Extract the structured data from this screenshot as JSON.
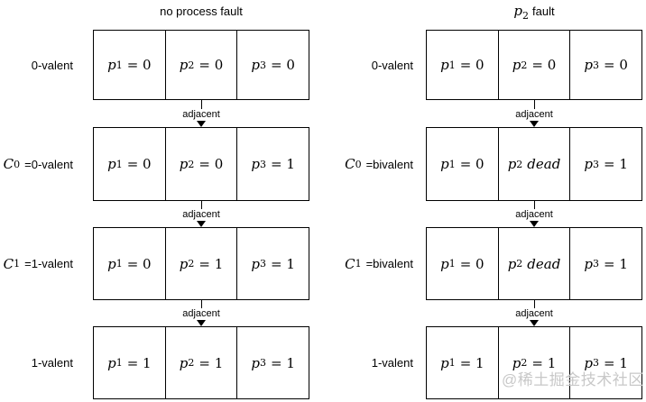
{
  "connector_label": "adjacent",
  "watermark": "@稀土掘金技术社区",
  "colors": {
    "line": "#000000",
    "background": "#ffffff",
    "watermark": "#c8c8c8"
  },
  "columns": [
    {
      "title": {
        "math": "",
        "sub": "",
        "text": "no process fault"
      },
      "rows": [
        {
          "label": {
            "math": "",
            "sub": "",
            "text": "0-valent"
          },
          "cells": [
            {
              "var": "p",
              "sub": "1",
              "eq": "= 0",
              "it": ""
            },
            {
              "var": "p",
              "sub": "2",
              "eq": "= 0",
              "it": ""
            },
            {
              "var": "p",
              "sub": "3",
              "eq": "= 0",
              "it": ""
            }
          ]
        },
        {
          "label": {
            "math": "C",
            "sub": "0",
            "text": "=0-valent"
          },
          "cells": [
            {
              "var": "p",
              "sub": "1",
              "eq": "= 0",
              "it": ""
            },
            {
              "var": "p",
              "sub": "2",
              "eq": "= 0",
              "it": ""
            },
            {
              "var": "p",
              "sub": "3",
              "eq": "= 1",
              "it": ""
            }
          ]
        },
        {
          "label": {
            "math": "C",
            "sub": "1",
            "text": "=1-valent"
          },
          "cells": [
            {
              "var": "p",
              "sub": "1",
              "eq": "= 0",
              "it": ""
            },
            {
              "var": "p",
              "sub": "2",
              "eq": "= 1",
              "it": ""
            },
            {
              "var": "p",
              "sub": "3",
              "eq": "= 1",
              "it": ""
            }
          ]
        },
        {
          "label": {
            "math": "",
            "sub": "",
            "text": "1-valent"
          },
          "cells": [
            {
              "var": "p",
              "sub": "1",
              "eq": "= 1",
              "it": ""
            },
            {
              "var": "p",
              "sub": "2",
              "eq": "= 1",
              "it": ""
            },
            {
              "var": "p",
              "sub": "3",
              "eq": "= 1",
              "it": ""
            }
          ]
        }
      ]
    },
    {
      "title": {
        "math": "p",
        "sub": "2",
        "text": "fault"
      },
      "rows": [
        {
          "label": {
            "math": "",
            "sub": "",
            "text": "0-valent"
          },
          "cells": [
            {
              "var": "p",
              "sub": "1",
              "eq": "= 0",
              "it": ""
            },
            {
              "var": "p",
              "sub": "2",
              "eq": "= 0",
              "it": ""
            },
            {
              "var": "p",
              "sub": "3",
              "eq": "= 0",
              "it": ""
            }
          ]
        },
        {
          "label": {
            "math": "C",
            "sub": "0",
            "text": "=bivalent"
          },
          "cells": [
            {
              "var": "p",
              "sub": "1",
              "eq": "= 0",
              "it": ""
            },
            {
              "var": "p",
              "sub": "2",
              "eq": "",
              "it": "dead"
            },
            {
              "var": "p",
              "sub": "3",
              "eq": "= 1",
              "it": ""
            }
          ]
        },
        {
          "label": {
            "math": "C",
            "sub": "1",
            "text": "=bivalent"
          },
          "cells": [
            {
              "var": "p",
              "sub": "1",
              "eq": "= 0",
              "it": ""
            },
            {
              "var": "p",
              "sub": "2",
              "eq": "",
              "it": "dead"
            },
            {
              "var": "p",
              "sub": "3",
              "eq": "= 1",
              "it": ""
            }
          ]
        },
        {
          "label": {
            "math": "",
            "sub": "",
            "text": "1-valent"
          },
          "cells": [
            {
              "var": "p",
              "sub": "1",
              "eq": "= 1",
              "it": ""
            },
            {
              "var": "p",
              "sub": "2",
              "eq": "= 1",
              "it": ""
            },
            {
              "var": "p",
              "sub": "3",
              "eq": "= 1",
              "it": ""
            }
          ]
        }
      ]
    }
  ]
}
